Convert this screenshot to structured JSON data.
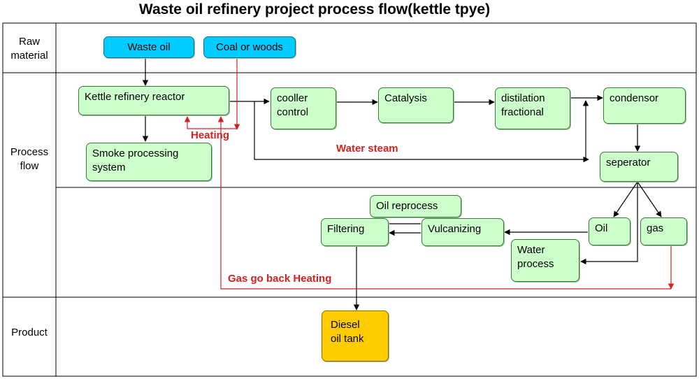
{
  "title": "Waste oil refinery project process flow(kettle tpye)",
  "lanes": {
    "raw": "Raw\nmaterial",
    "process": "Process\nflow",
    "product": "Product"
  },
  "nodes": {
    "waste_oil": "Waste oil",
    "coal_woods": "Coal or woods",
    "kettle": "Kettle refinery reactor",
    "smoke": "Smoke processing\nsystem",
    "cooler": "cooller\ncontrol",
    "catalysis": "Catalysis",
    "distilation": "distilation\nfractional",
    "condensor": "condensor",
    "seperator": "seperator",
    "oil_reprocess": "Oil reprocess",
    "filtering": "Filtering",
    "vulcanizing": "Vulcanizing",
    "oil": "Oil",
    "gas": "gas",
    "water_process": "Water\nprocess",
    "diesel": "Diesel\noil tank"
  },
  "labels": {
    "heating": "Heating",
    "water_steam": "Water steam",
    "gas_back": "Gas go back Heating"
  },
  "colors": {
    "process_box": "#ccffcc",
    "raw_box": "#00ccff",
    "product_box": "#ffcc00",
    "flow_arrow": "#000000",
    "heat_arrow": "#d42020"
  }
}
